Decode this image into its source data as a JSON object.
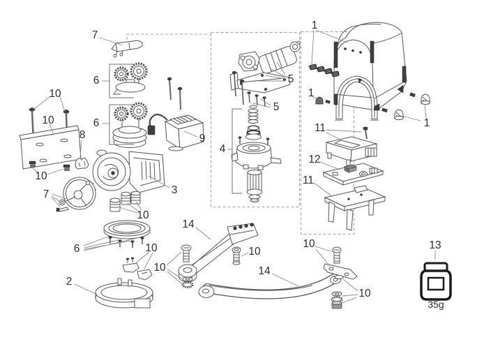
{
  "diagram": {
    "kind": "exploded-parts-diagram",
    "callouts": {
      "no7_bar": {
        "text": "7",
        "part": "release-lever-bar"
      },
      "no10_bolts": {
        "text": "10",
        "part": "long-mounting-bolts"
      },
      "no10_plate": {
        "text": "10",
        "part": "mounting-plate"
      },
      "no8_clip": {
        "text": "8",
        "part": "retaining-clip"
      },
      "no6_gearset_upper": {
        "text": "6",
        "part": "gear-set-upper"
      },
      "no6_gearset_lower": {
        "text": "6",
        "part": "gear-set-lower"
      },
      "no9_transformer": {
        "text": "9",
        "part": "transformer-block"
      },
      "no10_nuts": {
        "text": "10",
        "part": "plate-nuts"
      },
      "no7_wheel": {
        "text": "7",
        "part": "release-wheel"
      },
      "no3_body": {
        "text": "3",
        "part": "gearbox-body"
      },
      "no10_glands": {
        "text": "10",
        "part": "cable-glands"
      },
      "no5_motor_upper": {
        "text": "5",
        "part": "motor-assembly"
      },
      "no5_motor_lower": {
        "text": "5",
        "part": "motor-mount-screws"
      },
      "no4_drive": {
        "text": "4",
        "part": "drive-shaft-kit"
      },
      "no1_cover_top": {
        "text": "1",
        "part": "cover-and-screw-set"
      },
      "no1_cover_left": {
        "text": "1",
        "part": "cover-grommet"
      },
      "no1_cover_right": {
        "text": "1",
        "part": "cover-caps"
      },
      "no11_bracket": {
        "text": "11",
        "part": "control-bracket"
      },
      "no12_board": {
        "text": "12",
        "part": "control-board"
      },
      "no11_stand": {
        "text": "11",
        "part": "board-stand"
      },
      "no6_ring": {
        "text": "6",
        "part": "bearing-ring"
      },
      "no10_clips": {
        "text": "10",
        "part": "small-clips"
      },
      "no2_base": {
        "text": "2",
        "part": "base-ring"
      },
      "no14_arm_straight": {
        "text": "14",
        "part": "straight-arm"
      },
      "no10_arm_bolt": {
        "text": "10",
        "part": "arm-bolt"
      },
      "no10_arm_washers": {
        "text": "10",
        "part": "arm-bolt-washers"
      },
      "no14_arm_curved": {
        "text": "14",
        "part": "curved-arm"
      },
      "no10_bracket_bolt": {
        "text": "10",
        "part": "end-bracket-bolt"
      },
      "no10_end_washers": {
        "text": "10",
        "part": "end-washers"
      },
      "no13_grease": {
        "text": "13",
        "part": "grease-jar"
      }
    },
    "jar": {
      "weight_label": "35g"
    },
    "colors": {
      "line": "#555555",
      "label": "#2f2f2f",
      "dashed_box": "#9f9f9f",
      "dark_fill": "#3f3f3f"
    }
  }
}
